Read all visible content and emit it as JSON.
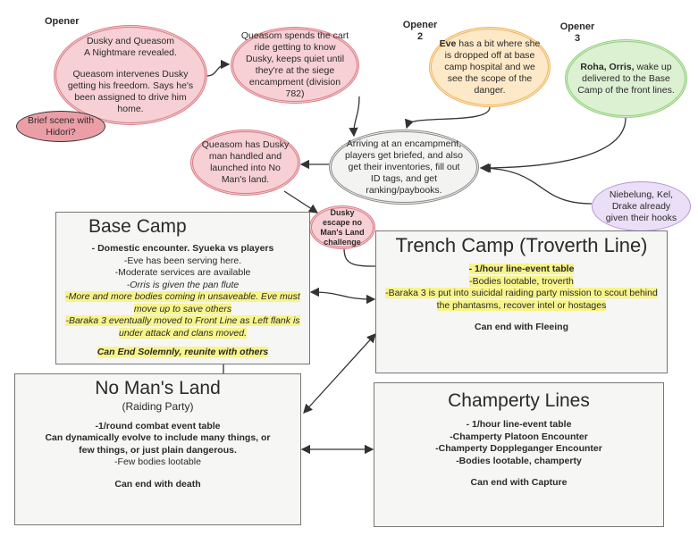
{
  "labels": {
    "opener1": "Opener",
    "opener2": "Opener 2",
    "opener3": "Opener 3"
  },
  "nodes": {
    "dusky_queasom": {
      "line1": "Dusky and Queasom",
      "line2": "A Nightmare revealed.",
      "line3": "Queasom intervenes Dusky getting his freedom. Says he's been assigned to drive him home."
    },
    "hidori": "Brief scene with Hidori?",
    "cart_ride": "Queasom spends the cart ride getting to know Dusky, keeps quiet until they're at the siege encampment (division 782)",
    "eve": {
      "bold": "Eve",
      "text": " has a bit where she is dropped off at base camp hospital and we see the scope of the danger."
    },
    "roha": {
      "bold": "Roha, Orris,",
      "text": " wake up delivered to the Base Camp of the front lines."
    },
    "arriving": "Arriving at an encampment, players get briefed, and also get their inventories, fill out ID tags, and get ranking/paybooks.",
    "man_handled": "Queasom has Dusky man handled and launched into No Man's land.",
    "niebelung": "Niebelung, Kel, Drake already given their hooks",
    "dusky_escape": "Dusky escape no Man's Land challenge"
  },
  "boxes": {
    "base_camp": {
      "title": "Base Camp",
      "lines": [
        "- Domestic encounter. Syueka vs players",
        "-Eve has been serving here.",
        "-Moderate services are available",
        "-Orris is given the pan flute",
        "-More and more bodies coming in unsaveable. Eve must move up to save others",
        "-Baraka 3 eventually moved to Front Line as Left flank is under attack and clans moved.",
        "Can End Solemnly, reunite with others"
      ]
    },
    "trench_camp": {
      "title": "Trench Camp (Troverth Line)",
      "lines": [
        "- 1/hour line-event table",
        "-Bodies lootable, troverth",
        "-Baraka 3 is put into suicidal raiding party mission to scout behind the phantasms, recover intel or hostages",
        "Can end with Fleeing"
      ]
    },
    "no_mans_land": {
      "title": "No Man's Land",
      "subtitle": "(Raiding Party)",
      "lines": [
        "-1/round combat event table",
        "Can dynamically evolve to include many things, or few things, or just plain dangerous.",
        "-Few bodies lootable",
        "Can end with death"
      ]
    },
    "champerty": {
      "title": "Champerty Lines",
      "lines": [
        "- 1/hour line-event table",
        "-Champerty Platoon Encounter",
        "-Champerty Doppleganger Encounter",
        "-Bodies lootable, champerty",
        "Can end with Capture"
      ]
    }
  }
}
